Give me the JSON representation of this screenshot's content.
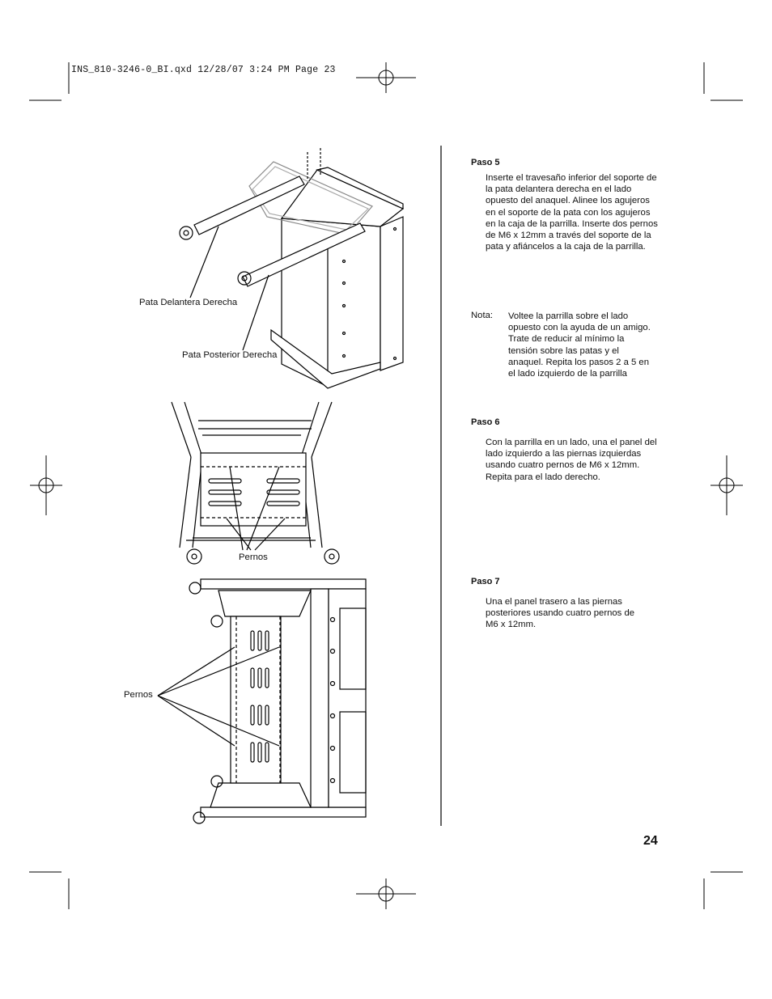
{
  "slug_line": "INS_810-3246-0_BI.qxd  12/28/07  3:24 PM  Page 23",
  "figures": {
    "fig1_label_front": "Pata Delantera Derecha",
    "fig1_label_rear": "Pata Posterior Derecha",
    "fig2_label_bolts": "Pernos",
    "fig3_label_bolts": "Pernos"
  },
  "steps": [
    {
      "title": "Paso 5",
      "text": "Inserte el travesaño inferior del soporte de la pata delantera derecha en el lado opuesto del anaquel. Alinee los agujeros en el soporte de la pata con los agujeros en la caja de la parrilla. Inserte dos pernos de M6 x 12mm a través del soporte de la pata y afiáncelos a la caja de la parrilla."
    },
    {
      "title": "Paso 6",
      "text": "Con la parrilla en un lado, una el panel del lado izquierdo a las piernas izquierdas usando cuatro pernos de M6 x 12mm. Repita para el lado derecho."
    },
    {
      "title": "Paso 7",
      "text": "Una el panel trasero a las piernas posteriores usando cuatro pernos de M6 x 12mm."
    }
  ],
  "note": {
    "label": "Nota:",
    "text": "Voltee la parrilla sobre el lado opuesto con la ayuda de un amigo. Trate de reducir al mínimo la tensión sobre las patas y el anaquel. Repita los pasos 2 a 5 en el lado izquierdo de la parrilla"
  },
  "page_number": "24"
}
